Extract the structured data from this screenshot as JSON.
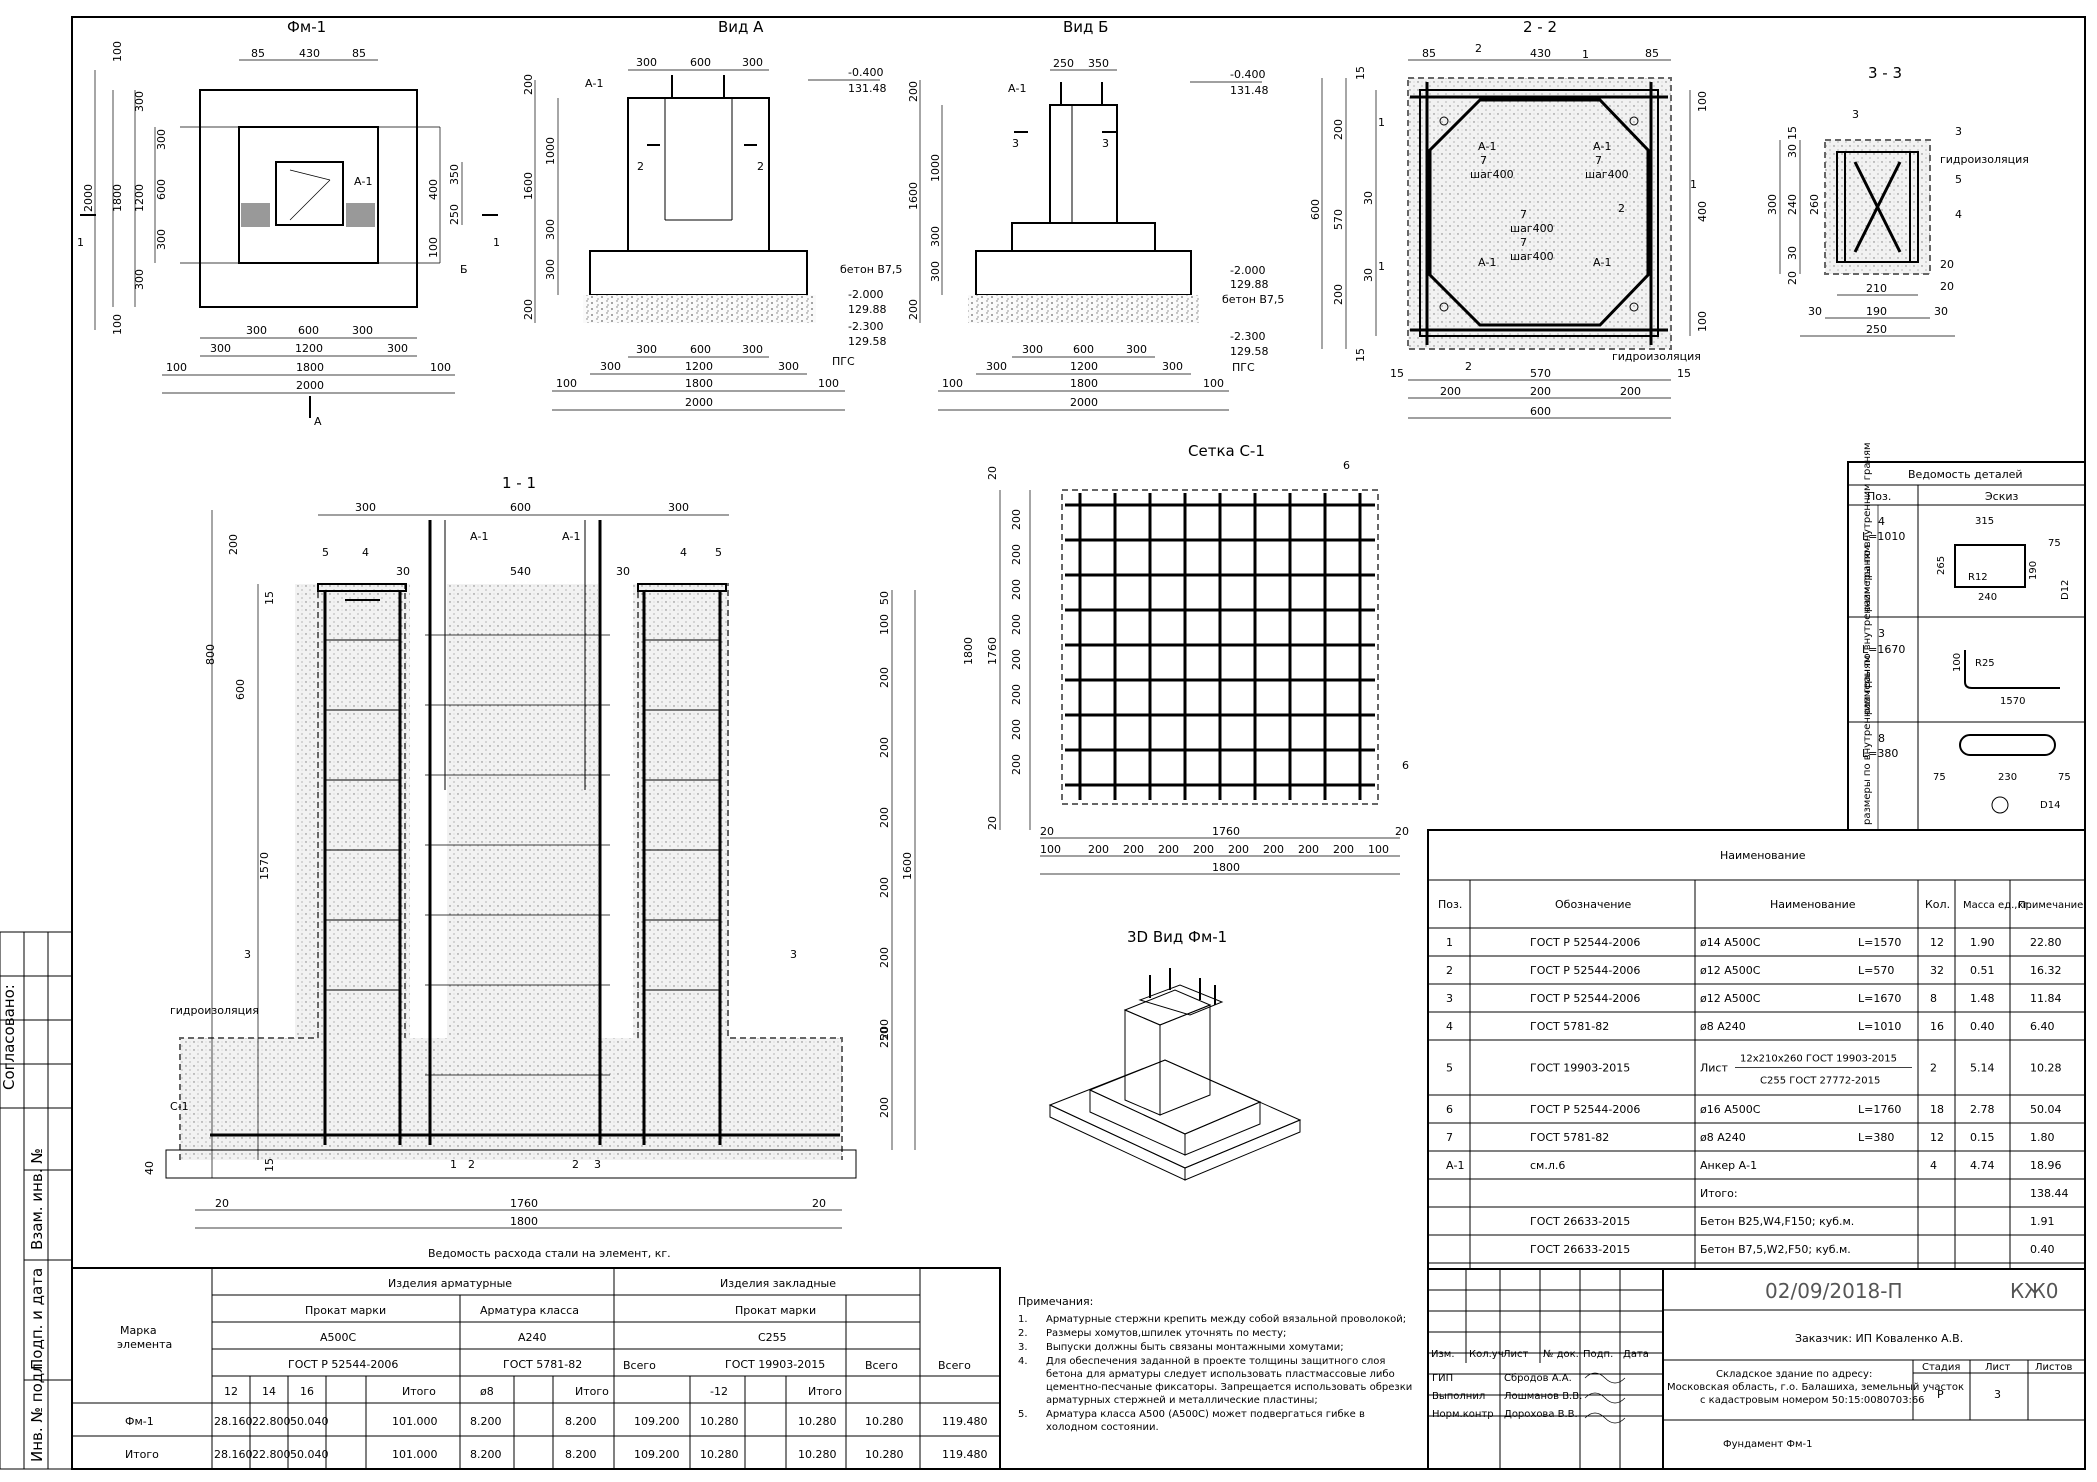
{
  "sheet": {
    "code": "02/09/2018-П",
    "stage_code": "КЖ0"
  },
  "views": {
    "fm1": {
      "title": "Фм-1",
      "labels": [
        "А-1",
        "Б",
        "А",
        "1",
        "1"
      ]
    },
    "vid_a": {
      "title": "Вид А",
      "levels": [
        "-0.400",
        "131.48",
        "-2.000",
        "129.88",
        "-2.300",
        "129.58"
      ],
      "notes": [
        "бетон В7,5",
        "ПГС",
        "А-1",
        "2",
        "2"
      ]
    },
    "vid_b": {
      "title": "Вид Б",
      "levels": [
        "-0.400",
        "131.48",
        "-2.000",
        "129.88",
        "-2.300",
        "129.58"
      ],
      "notes": [
        "бетон В7,5",
        "ПГС",
        "А-1",
        "3",
        "3"
      ]
    },
    "sec22": {
      "title": "2 - 2",
      "notes": [
        "А-1",
        "7",
        "шаг400",
        "гидроизоляция",
        "1",
        "2"
      ]
    },
    "sec33": {
      "title": "3 - 3",
      "notes": [
        "гидроизоляция",
        "3",
        "5",
        "4",
        "3"
      ]
    },
    "sec11": {
      "title": "1 - 1",
      "notes": [
        "гидроизоляция",
        "С-1",
        "А-1",
        "А-1",
        "3",
        "3",
        "5",
        "4",
        "4",
        "5",
        "1",
        "2",
        "2",
        "3"
      ]
    },
    "setka": {
      "title": "Сетка С-1",
      "notes": [
        "6",
        "6"
      ]
    },
    "view3d": {
      "title": "3D Вид Фм-1"
    }
  },
  "dims": {
    "fm1_top": [
      "85",
      "430",
      "85"
    ],
    "fm1_bottom": [
      [
        "300",
        "600",
        "300"
      ],
      [
        "300",
        "1200",
        "300"
      ],
      [
        "100",
        "1800",
        "100"
      ],
      [
        "2000"
      ]
    ],
    "fm1_left": [
      "100",
      "300",
      "300",
      "600",
      "300",
      "300",
      "100",
      "1200",
      "1800",
      "2000"
    ],
    "fm1_right": [
      "350",
      "400",
      "250",
      "100"
    ],
    "vida_top": [
      "300",
      "600",
      "300"
    ],
    "vida_bottom": [
      [
        "300",
        "600",
        "300"
      ],
      [
        "300",
        "1200",
        "300"
      ],
      [
        "100",
        "1800",
        "100"
      ],
      [
        "2000"
      ]
    ],
    "vida_left": [
      "200",
      "1000",
      "300",
      "300",
      "200",
      "1600"
    ],
    "vidb_top": [
      "250",
      "350"
    ],
    "vidb_bottom": [
      [
        "300",
        "600",
        "300"
      ],
      [
        "300",
        "1200",
        "300"
      ],
      [
        "100",
        "1800",
        "100"
      ],
      [
        "2000"
      ]
    ],
    "vidb_left": [
      "200",
      "1000",
      "300",
      "300",
      "200",
      "1600"
    ],
    "sec22_top": [
      "85",
      "430",
      "85"
    ],
    "sec22_left": [
      "15",
      "200",
      "30",
      "570",
      "600",
      "30",
      "200",
      "15"
    ],
    "sec22_right": [
      "100",
      "400",
      "100"
    ],
    "sec22_bottom": [
      [
        "15",
        "570",
        "15"
      ],
      [
        "200",
        "200",
        "200"
      ],
      [
        "600"
      ]
    ],
    "sec33_left": [
      "15",
      "30",
      "240",
      "300",
      "260",
      "30",
      "20"
    ],
    "sec33_right": [
      "20",
      "20"
    ],
    "sec33_bottom": [
      "210",
      "190",
      "250",
      "30",
      "30"
    ],
    "sec11_top": [
      "300",
      "600",
      "300",
      "540",
      "30",
      "30"
    ],
    "sec11_left": [
      "200",
      "15",
      "800",
      "600",
      "1570",
      "15",
      "40"
    ],
    "sec11_right": [
      "50",
      "100",
      "200",
      "200",
      "200",
      "200",
      "200",
      "200",
      "250",
      "200",
      "1600"
    ],
    "sec11_bottom": [
      "20",
      "1760",
      "20",
      "1800"
    ],
    "setka_left": [
      "20",
      "200",
      "200",
      "200",
      "200",
      "200",
      "200",
      "200",
      "200",
      "1760",
      "1800",
      "20"
    ],
    "setka_bottom": [
      "100",
      "200",
      "200",
      "200",
      "200",
      "200",
      "200",
      "200",
      "200",
      "100",
      "20",
      "1760",
      "20",
      "1800"
    ]
  },
  "details": {
    "title": "Ведомость деталей",
    "col_pos": "Поз.",
    "col_sketch": "Эскиз",
    "side_note": "размеры по внутренним граням",
    "rows": [
      {
        "pos": "4",
        "len": "L=1010",
        "sketch": [
          "315",
          "75",
          "265",
          "R12",
          "190",
          "240",
          "D12"
        ]
      },
      {
        "pos": "3",
        "len": "L=1670",
        "sketch": [
          "100",
          "R25",
          "1570"
        ]
      },
      {
        "pos": "8",
        "len": "L=380",
        "sketch": [
          "75",
          "230",
          "75",
          "D14"
        ]
      }
    ]
  },
  "spec": {
    "title": "Наименование",
    "headers": [
      "Поз.",
      "Обозначение",
      "Наименование",
      "Кол.",
      "Масса ед.,кг.",
      "Примечание"
    ],
    "rows": [
      {
        "pos": "1",
        "doc": "ГОСТ Р 52544-2006",
        "name": "ø14 А500С",
        "len": "L=1570",
        "qty": "12",
        "mass": "1.90",
        "note": "22.80"
      },
      {
        "pos": "2",
        "doc": "ГОСТ Р 52544-2006",
        "name": "ø12 А500С",
        "len": "L=570",
        "qty": "32",
        "mass": "0.51",
        "note": "16.32"
      },
      {
        "pos": "3",
        "doc": "ГОСТ Р 52544-2006",
        "name": "ø12 А500С",
        "len": "L=1670",
        "qty": "8",
        "mass": "1.48",
        "note": "11.84"
      },
      {
        "pos": "4",
        "doc": "ГОСТ 5781-82",
        "name": "ø8 А240",
        "len": "L=1010",
        "qty": "16",
        "mass": "0.40",
        "note": "6.40"
      },
      {
        "pos": "5",
        "doc": "ГОСТ 19903-2015",
        "name": "Лист",
        "len": "",
        "qty": "2",
        "mass": "5.14",
        "note": "10.28",
        "name2a": "12х210х260 ГОСТ 19903-2015",
        "name2b": "С255 ГОСТ 27772-2015"
      },
      {
        "pos": "6",
        "doc": "ГОСТ Р 52544-2006",
        "name": "ø16 А500С",
        "len": "L=1760",
        "qty": "18",
        "mass": "2.78",
        "note": "50.04"
      },
      {
        "pos": "7",
        "doc": "ГОСТ 5781-82",
        "name": "ø8 А240",
        "len": "L=380",
        "qty": "12",
        "mass": "0.15",
        "note": "1.80"
      },
      {
        "pos": "А-1",
        "doc": "см.л.6",
        "name": "Анкер А-1",
        "len": "",
        "qty": "4",
        "mass": "4.74",
        "note": "18.96"
      },
      {
        "pos": "",
        "doc": "",
        "name": "Итого:",
        "len": "",
        "qty": "",
        "mass": "",
        "note": "138.44"
      },
      {
        "pos": "",
        "doc": "ГОСТ 26633-2015",
        "name": "Бетон В25,W4,F150; куб.м.",
        "len": "",
        "qty": "",
        "mass": "",
        "note": "1.91"
      },
      {
        "pos": "",
        "doc": "ГОСТ 26633-2015",
        "name": "Бетон В7,5,W2,F50; куб.м.",
        "len": "",
        "qty": "",
        "mass": "",
        "note": "0.40"
      }
    ]
  },
  "steel": {
    "caption": "Ведомость расхода стали на элемент, кг.",
    "h_mark": "Марка элемента",
    "h_arm": "Изделия арматурные",
    "h_emb": "Изделия закладные",
    "h_prokat": "Прокат марки",
    "h_armclass": "Арматура класса",
    "h_a500": "А500С",
    "h_a240": "А240",
    "h_c255": "С255",
    "h_g1": "ГОСТ Р 52544-2006",
    "h_g2": "ГОСТ 5781-82",
    "h_g3": "ГОСТ 19903-2015",
    "h_total": "Всего",
    "sub": [
      "12",
      "14",
      "16",
      "",
      "Итого",
      "ø8",
      "",
      "Итого",
      "",
      "-12",
      "",
      "Итого",
      "",
      ""
    ],
    "rows": [
      {
        "mark": "Фм-1",
        "c": [
          "28.160",
          "22.800",
          "50.040",
          "",
          "101.000",
          "8.200",
          "",
          "8.200",
          "109.200",
          "10.280",
          "",
          "10.280",
          "10.280",
          "119.480"
        ]
      },
      {
        "mark": "Итого",
        "c": [
          "28.160",
          "22.800",
          "50.040",
          "",
          "101.000",
          "8.200",
          "",
          "8.200",
          "109.200",
          "10.280",
          "",
          "10.280",
          "10.280",
          "119.480"
        ]
      }
    ]
  },
  "notes": {
    "title": "Примечания:",
    "items": [
      {
        "n": "1.",
        "lines": [
          "Арматурные стержни крепить между собой вязальной проволокой;"
        ]
      },
      {
        "n": "2.",
        "lines": [
          "Размеры хомутов,шпилек уточнять по месту;"
        ]
      },
      {
        "n": "3.",
        "lines": [
          "Выпуски должны быть связаны монтажными хомутами;"
        ]
      },
      {
        "n": "4.",
        "lines": [
          "Для обеспечения заданной в проекте толщины защитного слоя",
          "бетона для арматуры следует использовать пластмассовые либо",
          "цементно-песчаные фиксаторы. Запрещается использовать обрезки",
          "арматурных стержней и металлические пластины;"
        ]
      },
      {
        "n": "5.",
        "lines": [
          "Арматура класса А500 (А500С) может подвергаться гибке в",
          "холодном состоянии."
        ]
      }
    ]
  },
  "stamp": {
    "customer": "Заказчик: ИП Коваленко А.В.",
    "object_lines": [
      "Складское здание по адресу:",
      "Московская область, г.о. Балашиха, земельный участок",
      "с кадастровым номером 50:15:0080703:66"
    ],
    "sheet_name": "Фундамент Фм-1",
    "cols": [
      "Изм.",
      "Кол.уч",
      "Лист",
      "№ док.",
      "Подп.",
      "Дата"
    ],
    "people": [
      {
        "role": "ГИП",
        "name": "Сбродов А.А."
      },
      {
        "role": "Выполнил",
        "name": "Лошманов В.В."
      },
      {
        "role": "Норм.контр",
        "name": "Дорохова В.В."
      }
    ],
    "stage_h": "Стадия",
    "list_h": "Лист",
    "lists_h": "Листов",
    "stage": "Р",
    "list": "3",
    "lists": ""
  },
  "side": {
    "agreed": "Согласовано:",
    "inv_zam": "Взам. инв. №",
    "sign_date": "Подп. и дата",
    "inv_orig": "Инв. № подл."
  }
}
